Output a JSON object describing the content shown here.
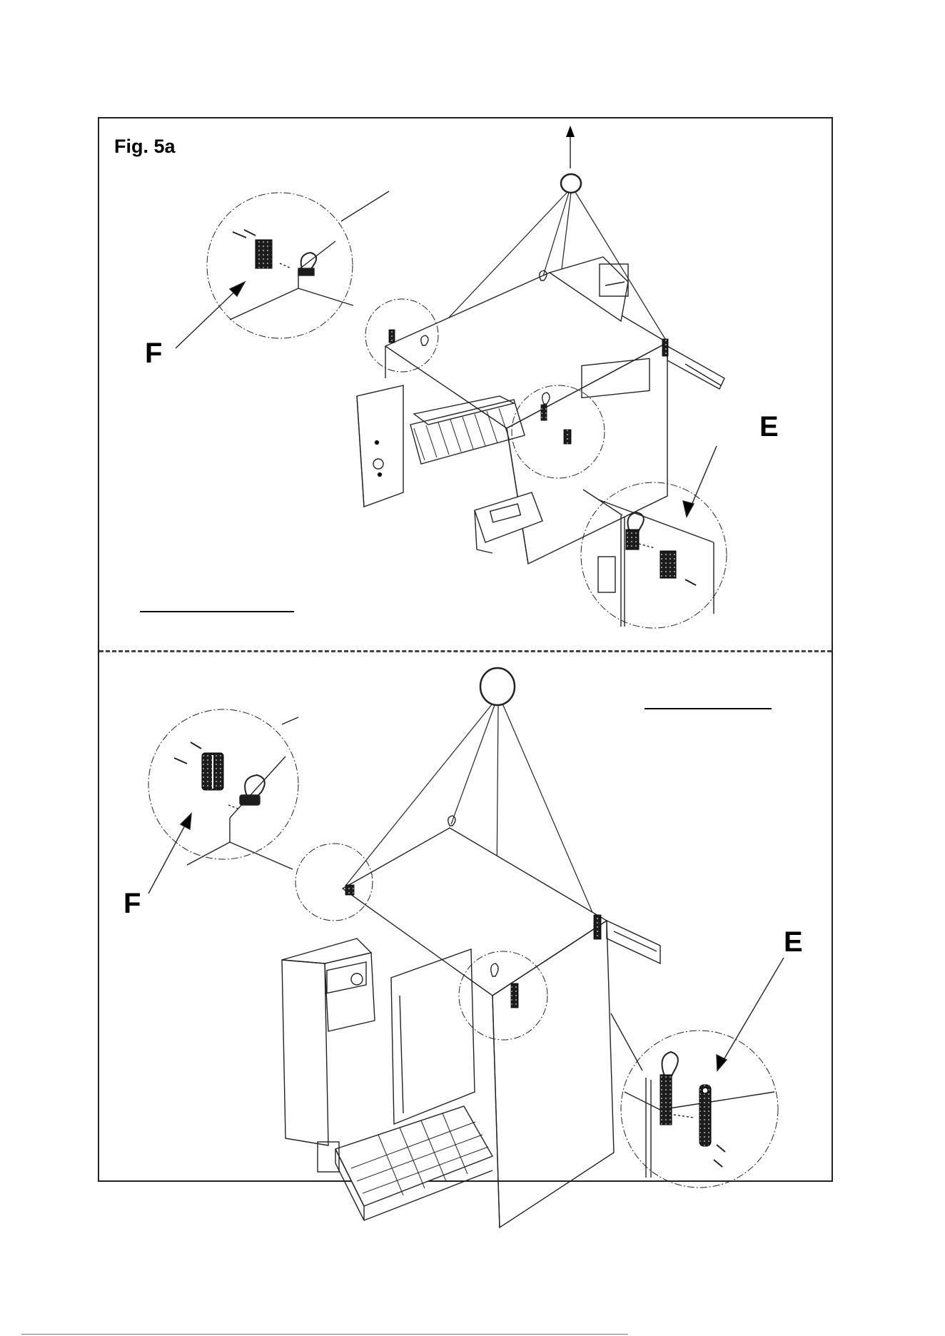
{
  "figure": {
    "label": "Fig. 5a",
    "callouts": {
      "top_F": "F",
      "top_E": "E",
      "bottom_F": "F",
      "bottom_E": "E"
    }
  },
  "colors": {
    "ink": "#000000",
    "line": "#333333",
    "plate": "#2a2a2a"
  },
  "icons": [
    "lift-ring-icon",
    "lifting-eye-icon",
    "bracket-plate-icon",
    "screw-icon",
    "magnifier-circle-icon"
  ]
}
